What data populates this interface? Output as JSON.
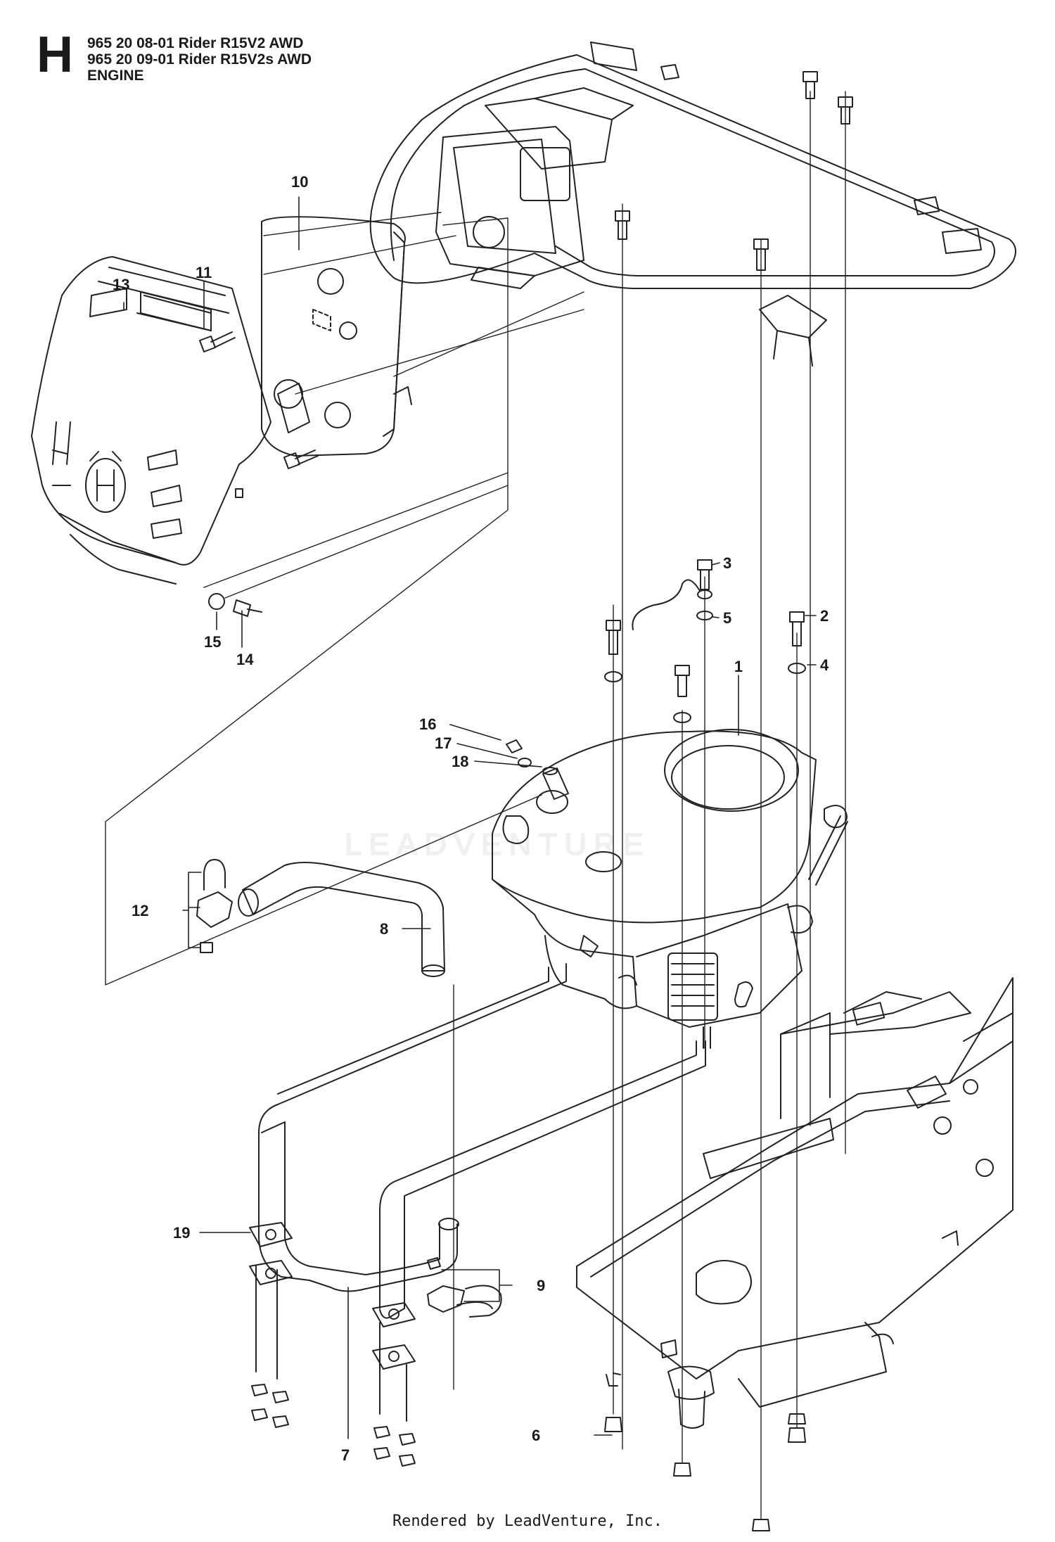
{
  "header": {
    "letter": "H",
    "line1": "965 20 08-01 Rider R15V2 AWD",
    "line2": "965 20 09-01 Rider R15V2s AWD",
    "line3": "ENGINE"
  },
  "callouts": [
    "1",
    "2",
    "3",
    "4",
    "5",
    "6",
    "7",
    "8",
    "9",
    "10",
    "11",
    "12",
    "13",
    "14",
    "15",
    "16",
    "17",
    "18",
    "19"
  ],
  "watermark": "LEADVENTURE",
  "footer": "Rendered by LeadVenture, Inc."
}
